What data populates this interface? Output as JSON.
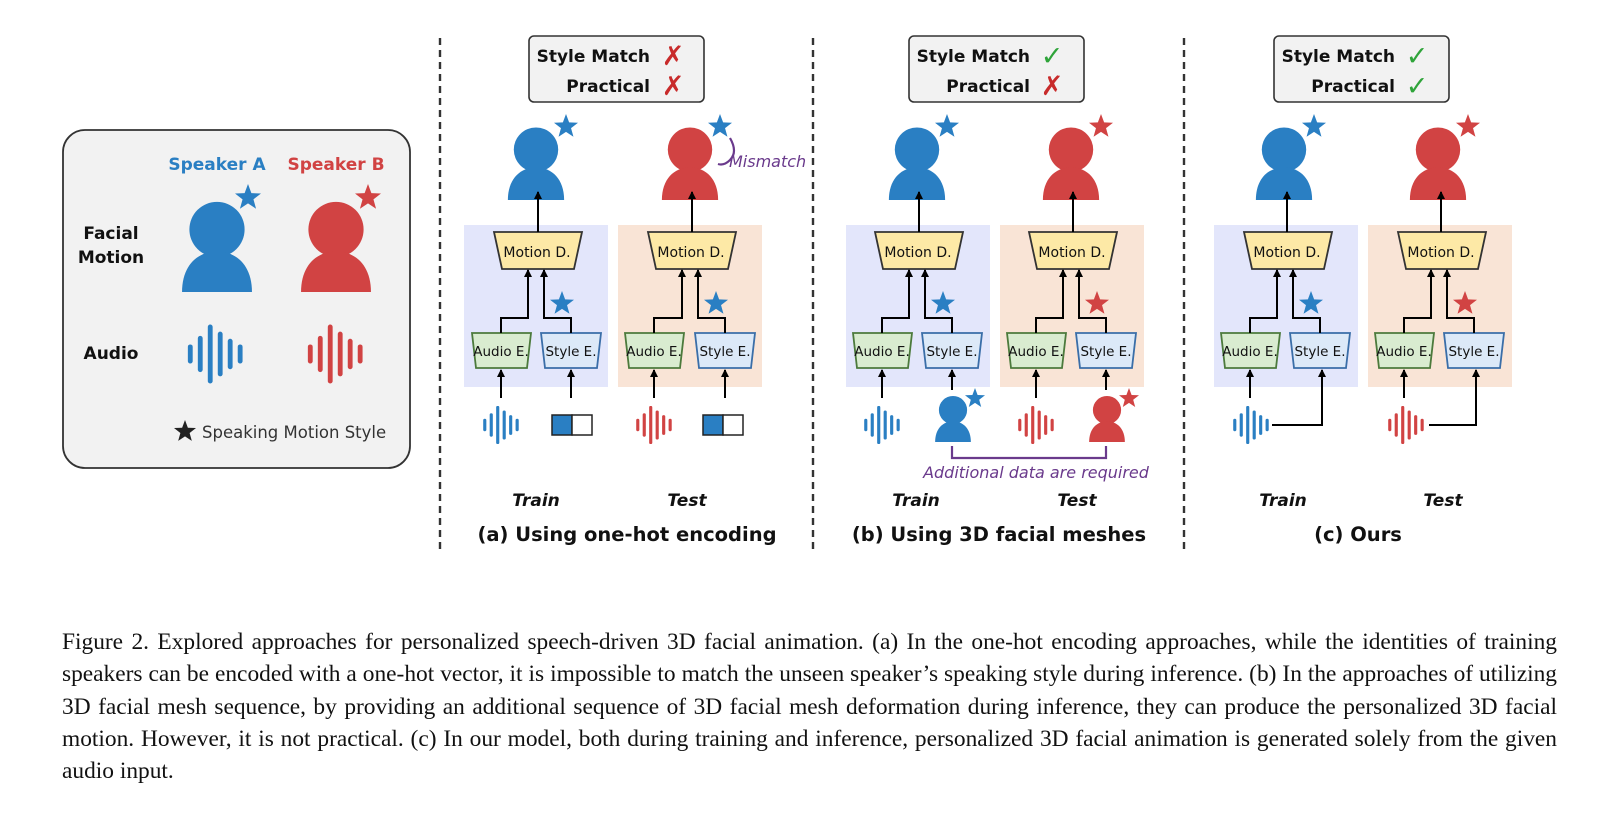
{
  "legend": {
    "speaker_a": "Speaker A",
    "speaker_b": "Speaker B",
    "row_facial_motion": [
      "Facial",
      "Motion"
    ],
    "row_audio": "Audio",
    "star_note": "Speaking Motion Style"
  },
  "panels": [
    {
      "id": "a",
      "title": "(a) Using one-hot encoding",
      "checks": [
        {
          "label": "Style Match",
          "mark": "✗",
          "ok": false
        },
        {
          "label": "Practical",
          "mark": "✗",
          "ok": false
        }
      ],
      "train": "Train",
      "test": "Test",
      "decoder": "Motion D.",
      "audio_encoder": "Audio E.",
      "style_encoder": "Style E.",
      "annotation": "Mismatch"
    },
    {
      "id": "b",
      "title": "(b) Using 3D facial meshes",
      "checks": [
        {
          "label": "Style Match",
          "mark": "✓",
          "ok": true
        },
        {
          "label": "Practical",
          "mark": "✗",
          "ok": false
        }
      ],
      "train": "Train",
      "test": "Test",
      "decoder": "Motion D.",
      "audio_encoder": "Audio E.",
      "style_encoder": "Style E.",
      "annotation": "Additional data are required"
    },
    {
      "id": "c",
      "title": "(c) Ours",
      "checks": [
        {
          "label": "Style Match",
          "mark": "✓",
          "ok": true
        },
        {
          "label": "Practical",
          "mark": "✓",
          "ok": true
        }
      ],
      "train": "Train",
      "test": "Test",
      "decoder": "Motion D.",
      "audio_encoder": "Audio E.",
      "style_encoder": "Style E."
    }
  ],
  "caption": "Figure 2. Explored approaches for personalized speech-driven 3D facial animation. (a) In the one-hot encoding approaches, while the identities of training speakers can be encoded with a one-hot vector, it is impossible to match the unseen speaker’s speaking style during inference. (b) In the approaches of utilizing 3D facial mesh sequence, by providing an additional sequence of 3D facial mesh deformation during inference, they can produce the personalized 3D facial motion. However, it is not practical. (c) In our model, both during training and inference, personalized 3D facial animation is generated solely from the given audio input.",
  "colors": {
    "speaker_a": "#2a7fc3",
    "speaker_b": "#d14343",
    "train_bg": "#e3e6fb",
    "test_bg": "#f9e4d6",
    "decoder_fill": "#fde9a6",
    "audio_enc_fill": "#d9ecd0",
    "audio_enc_stroke": "#4c7a3c",
    "style_enc_fill": "#dce9f8",
    "style_enc_stroke": "#3a6ea8",
    "annotation": "#6a3a8c",
    "check": "#2fa43a",
    "cross": "#c82b2b"
  }
}
